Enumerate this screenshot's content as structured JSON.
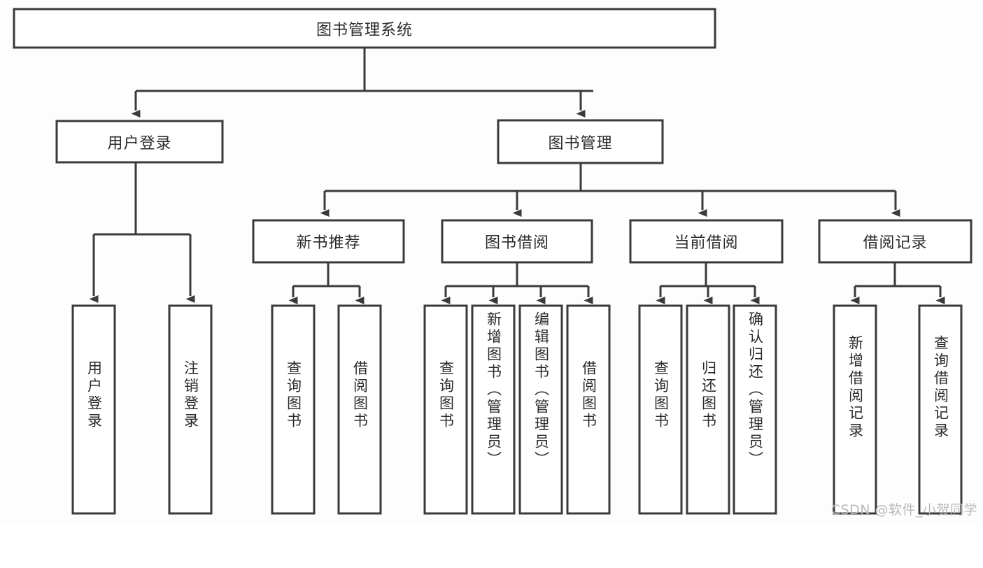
{
  "diagram": {
    "type": "tree",
    "title": "图书管理系统",
    "watermark": "CSDN @软件_小贺同学",
    "colors": {
      "background": "#fdfdfd",
      "node_fill": "#ffffff",
      "node_stroke": "#3a3a3a",
      "text": "#2b2b2b",
      "watermark": "#b9b9b9"
    },
    "nodes": {
      "root": {
        "label": "图书管理系统",
        "orientation": "horizontal"
      },
      "level1": [
        {
          "id": "user-login",
          "label": "用户登录",
          "orientation": "horizontal"
        },
        {
          "id": "book-management",
          "label": "图书管理",
          "orientation": "horizontal"
        }
      ],
      "level2": [
        {
          "id": "new-book-recommend",
          "label": "新书推荐",
          "orientation": "horizontal",
          "parent": "book-management"
        },
        {
          "id": "book-borrow",
          "label": "图书借阅",
          "orientation": "horizontal",
          "parent": "book-management"
        },
        {
          "id": "current-borrow",
          "label": "当前借阅",
          "orientation": "horizontal",
          "parent": "book-management"
        },
        {
          "id": "borrow-record",
          "label": "借阅记录",
          "orientation": "horizontal",
          "parent": "book-management"
        }
      ],
      "leaves": [
        {
          "id": "leaf-user-login",
          "label": "用户登录",
          "orientation": "vertical",
          "parent": "user-login"
        },
        {
          "id": "leaf-user-logout",
          "label": "注销登录",
          "orientation": "vertical",
          "parent": "user-login"
        },
        {
          "id": "leaf-query-book-1",
          "label": "查询图书",
          "orientation": "vertical",
          "parent": "new-book-recommend"
        },
        {
          "id": "leaf-borrow-book-1",
          "label": "借阅图书",
          "orientation": "vertical",
          "parent": "new-book-recommend"
        },
        {
          "id": "leaf-query-book-2",
          "label": "查询图书",
          "orientation": "vertical",
          "parent": "book-borrow"
        },
        {
          "id": "leaf-add-book",
          "label": "新增图书（管理员）",
          "orientation": "vertical",
          "parent": "book-borrow"
        },
        {
          "id": "leaf-edit-book",
          "label": "编辑图书（管理员）",
          "orientation": "vertical",
          "parent": "book-borrow"
        },
        {
          "id": "leaf-borrow-book-2",
          "label": "借阅图书",
          "orientation": "vertical",
          "parent": "book-borrow"
        },
        {
          "id": "leaf-query-book-3",
          "label": "查询图书",
          "orientation": "vertical",
          "parent": "current-borrow"
        },
        {
          "id": "leaf-return-book",
          "label": "归还图书",
          "orientation": "vertical",
          "parent": "current-borrow"
        },
        {
          "id": "leaf-confirm-return",
          "label": "确认归还（管理员）",
          "orientation": "vertical",
          "parent": "current-borrow"
        },
        {
          "id": "leaf-add-record",
          "label": "新增借阅记录",
          "orientation": "vertical",
          "parent": "borrow-record"
        },
        {
          "id": "leaf-query-record",
          "label": "查询借阅记录",
          "orientation": "vertical",
          "parent": "borrow-record"
        }
      ]
    }
  }
}
